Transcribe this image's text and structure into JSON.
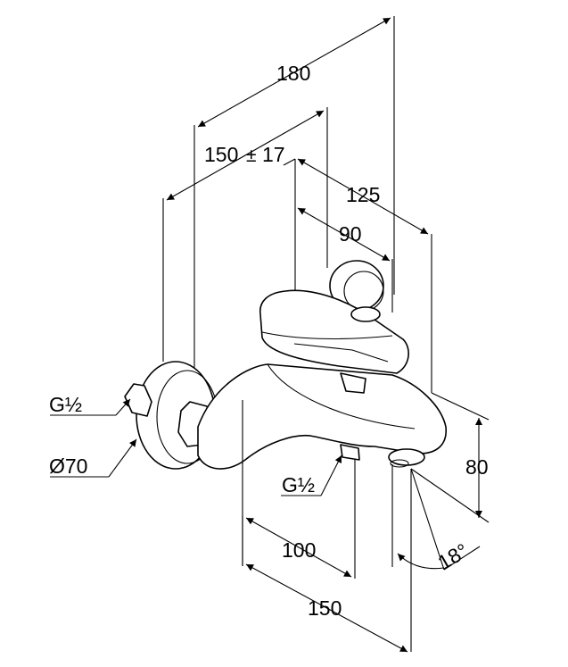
{
  "dimensions": {
    "overall_depth": "180",
    "wall_projection": "150",
    "wall_projection_tolerance": "±",
    "wall_projection_variation": "17",
    "spout_reach": "125",
    "spout_to_axis": "90",
    "outlet_height": "80",
    "outlet_angle": "18°",
    "center_offset": "100",
    "overall_width": "150"
  },
  "callouts": {
    "inlet_thread": "G½",
    "escutcheon_diameter": "Ø70",
    "outlet_thread": "G½"
  }
}
